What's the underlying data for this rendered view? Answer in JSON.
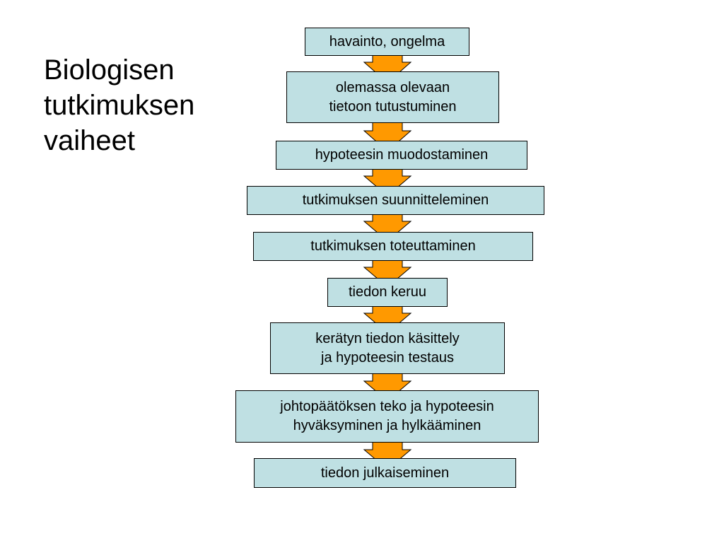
{
  "slide": {
    "title": "Biologisen\ntutkimuksen\nvaiheet"
  },
  "colors": {
    "box_fill": "#bfe0e3",
    "box_border": "#000000",
    "arrow_fill": "#ff9900"
  },
  "flow": {
    "steps": [
      {
        "label": "havainto, ongelma"
      },
      {
        "label": "olemassa olevaan\ntietoon tutustuminen"
      },
      {
        "label": "hypoteesin muodostaminen"
      },
      {
        "label": "tutkimuksen suunnitteleminen"
      },
      {
        "label": "tutkimuksen toteuttaminen"
      },
      {
        "label": "tiedon keruu"
      },
      {
        "label": "kerätyn tiedon käsittely\nja hypoteesin testaus"
      },
      {
        "label": "johtopäätöksen teko ja hypoteesin\nhyväksyminen ja hylkääminen"
      },
      {
        "label": "tiedon julkaiseminen"
      }
    ]
  }
}
